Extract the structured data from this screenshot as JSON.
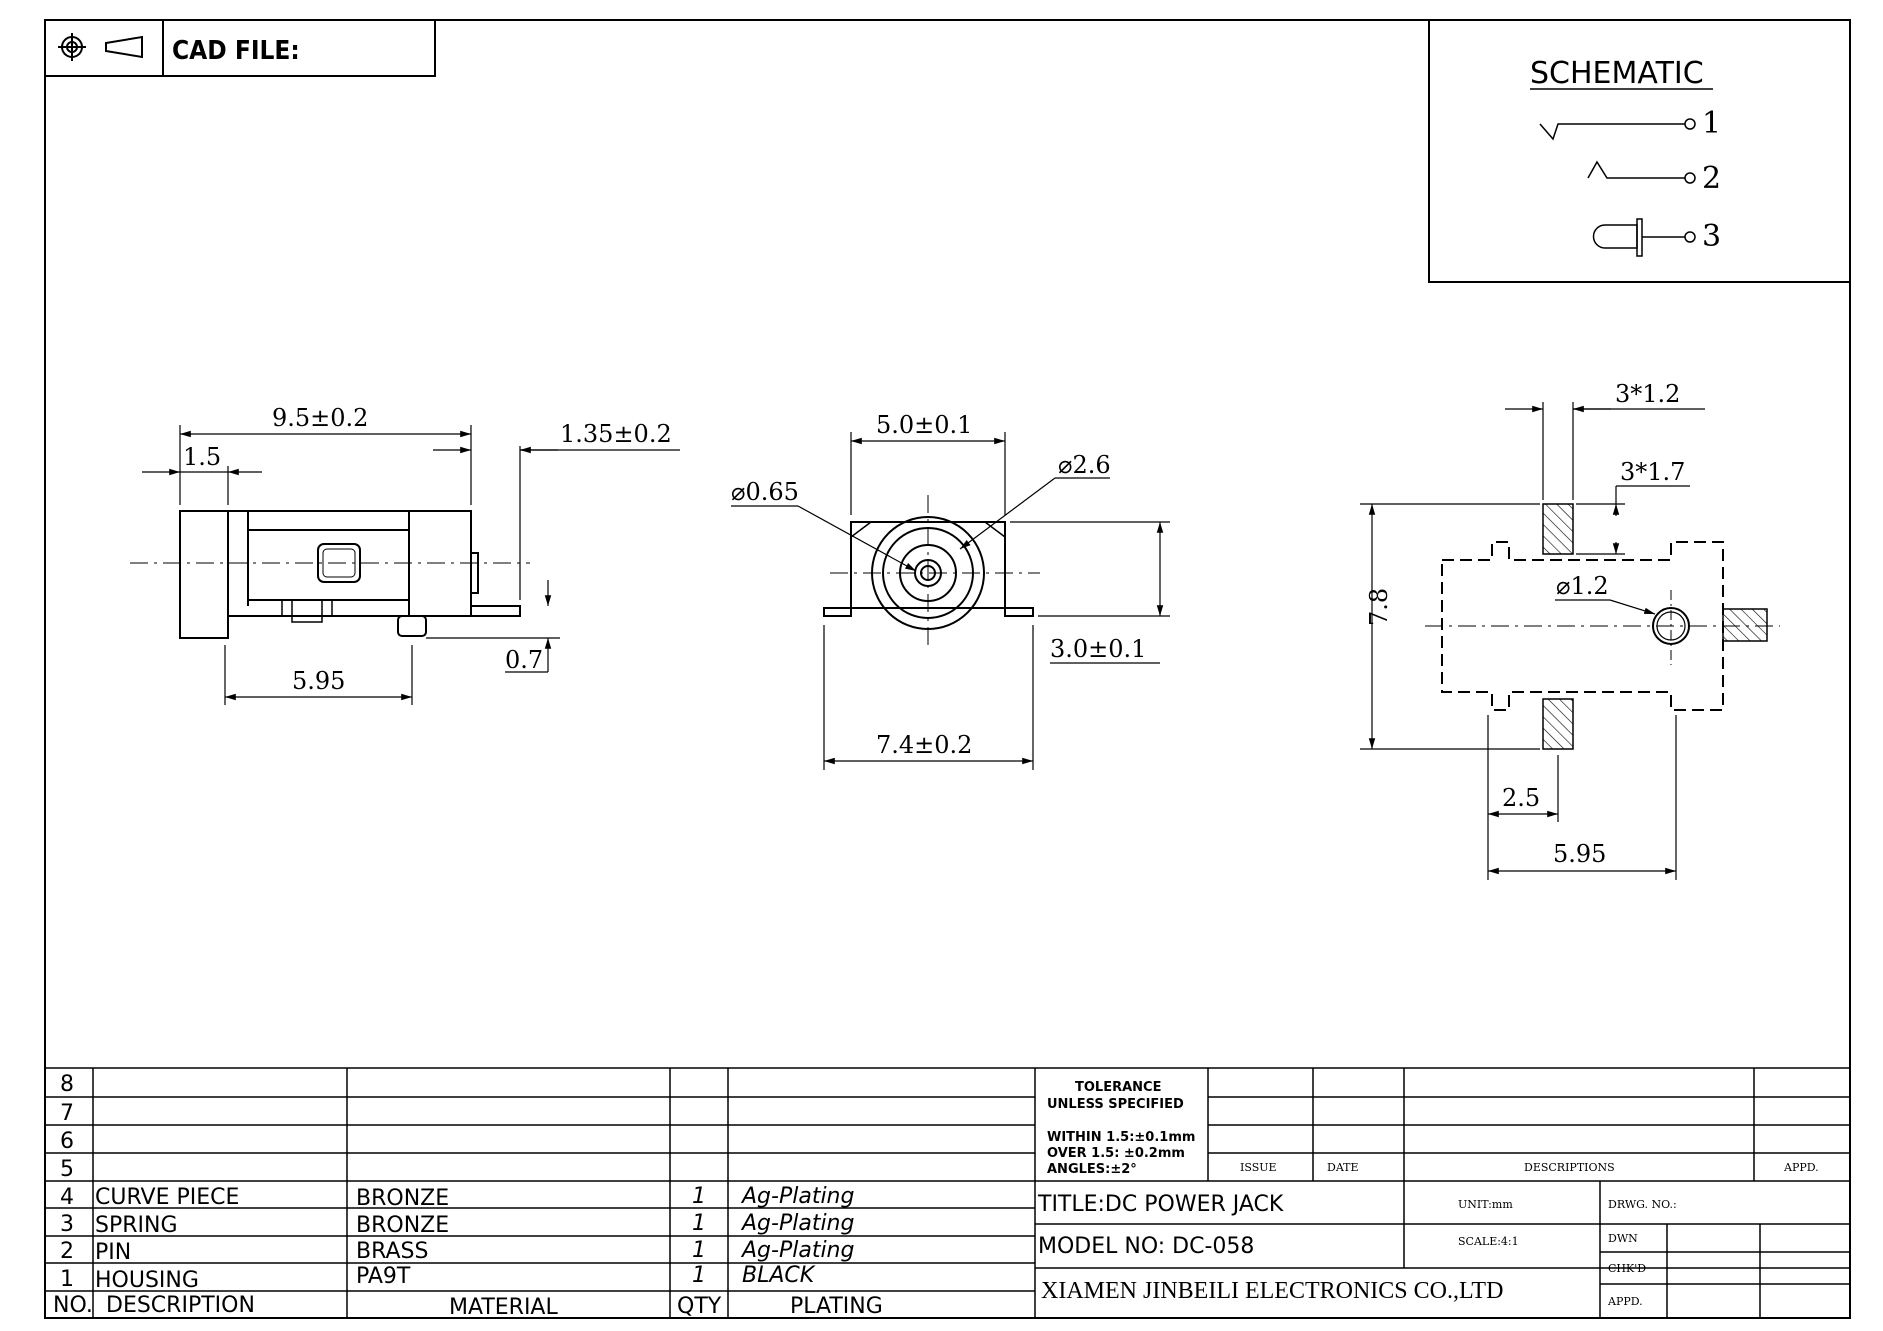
{
  "header": {
    "cad_file_label": "CAD FILE:"
  },
  "schematic": {
    "title": "SCHEMATIC",
    "pins": [
      "1",
      "2",
      "3"
    ]
  },
  "dimensions": {
    "side": {
      "length": "9.5±0.2",
      "flange": "1.5",
      "pin_offset": "1.35±0.2",
      "foot": "0.7",
      "base": "5.95"
    },
    "front": {
      "width": "5.0±0.1",
      "pin_dia": "⌀0.65",
      "bore_dia": "⌀2.6",
      "height": "3.0±0.1",
      "overall": "7.4±0.2"
    },
    "bottom": {
      "pad_w": "3*1.2",
      "pad_h": "3*1.7",
      "hole": "⌀1.2",
      "height": "7.8",
      "offset": "2.5",
      "length": "5.95"
    }
  },
  "bom": {
    "row_numbers": [
      "8",
      "7",
      "6",
      "5"
    ],
    "items": [
      {
        "no": "4",
        "description": "CURVE PIECE",
        "material": "BRONZE",
        "qty": "1",
        "plating": "Ag-Plating"
      },
      {
        "no": "3",
        "description": "SPRING",
        "material": "BRONZE",
        "qty": "1",
        "plating": "Ag-Plating"
      },
      {
        "no": "2",
        "description": "PIN",
        "material": "BRASS",
        "qty": "1",
        "plating": "Ag-Plating"
      },
      {
        "no": "1",
        "description": "HOUSING",
        "material": "PA9T",
        "qty": "1",
        "plating": "BLACK"
      }
    ],
    "headers": {
      "no": "NO.",
      "description": "DESCRIPTION",
      "material": "MATERIAL",
      "qty": "QTY",
      "plating": "PLATING"
    }
  },
  "title_block": {
    "tolerance_title": "TOLERANCE",
    "tolerance_sub": "UNLESS SPECIFIED",
    "within": "WITHIN 1.5:±0.1mm",
    "over": "OVER 1.5:  ±0.2mm",
    "angles": "ANGLES:±2°",
    "issue": "ISSUE",
    "date": "DATE",
    "descriptions": "DESCRIPTIONS",
    "appd_rev": "APPD.",
    "title": "TITLE:DC POWER JACK",
    "model": "MODEL NO: DC-058",
    "unit": "UNIT:mm",
    "scale": "SCALE:4:1",
    "drwg_no": "DRWG. NO.:",
    "dwn": "DWN",
    "chkd": "CHK'D",
    "appd": "APPD.",
    "company": "XIAMEN JINBEILI ELECTRONICS CO.,LTD"
  }
}
